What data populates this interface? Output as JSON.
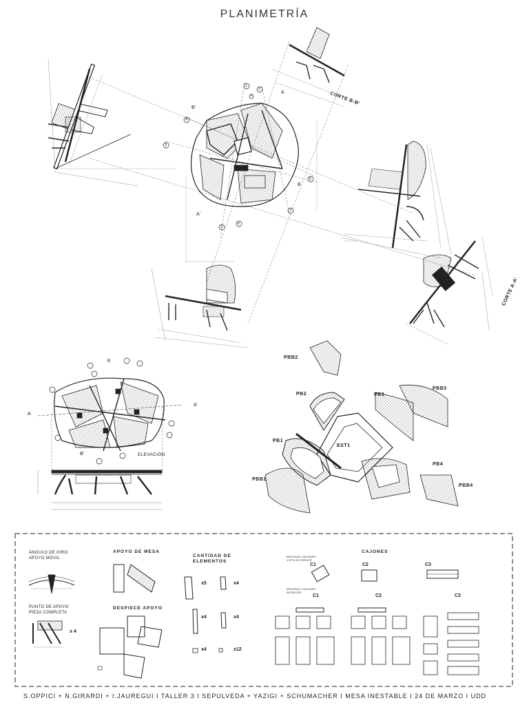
{
  "title": "PLANIMETRÍA",
  "plan": {
    "cut_labels": [
      "CORTE B-B'",
      "CORTE A-A'"
    ],
    "markers": [
      "1",
      "2",
      "3",
      "4",
      "5",
      "6",
      "7",
      "8",
      "A",
      "B'",
      "A'",
      "B"
    ]
  },
  "elevation": {
    "label": "ELEVACIÓN",
    "section_a": "A",
    "section_a2": "A'",
    "marker_8": "8",
    "marker_b": "B'"
  },
  "pieces": [
    "PBB2",
    "PB2",
    "PB3",
    "PBB3",
    "PB1",
    "PBB1",
    "EST1",
    "PB4",
    "PBB4"
  ],
  "legend": {
    "angulo_title": "ÁNGULO DE GIRO\nAPOYO MÓVIL",
    "angulo_line1": "ÁNGULO DE GIRO",
    "angulo_line2": "APOYO MÓVIL",
    "punto_line1": "PUNTO DE APOYO",
    "punto_line2": "PIEZA COMPLETA",
    "punto_qty": "x 4",
    "apoyo_title": "APOYO DE MESA",
    "despiece_title": "DESPIECE APOYO",
    "cantidad_line1": "CANTIDAD DE",
    "cantidad_line2": "ELEMENTOS",
    "qty": [
      "x5",
      "x4",
      "x4",
      "x4",
      "x4",
      "x12"
    ],
    "cajones_title": "CAJONES",
    "cajones": [
      "C1",
      "C2",
      "C3",
      "C1",
      "C2",
      "C3"
    ],
    "medidas_1": "MEDIDAS CAJONES",
    "medidas_2": "VISTA EXTERIOR",
    "medidas_3": "MEDIDAS CAJONES",
    "medidas_4": "INTERIOR"
  },
  "footer": "S.OPPICI + N.GIRARDI + I.JAUREGUI I TALLER 3 I SEPULVEDA + YAZIGI + SCHUMACHER I MESA INESTABLE I 24 DE MARZO I UDD"
}
